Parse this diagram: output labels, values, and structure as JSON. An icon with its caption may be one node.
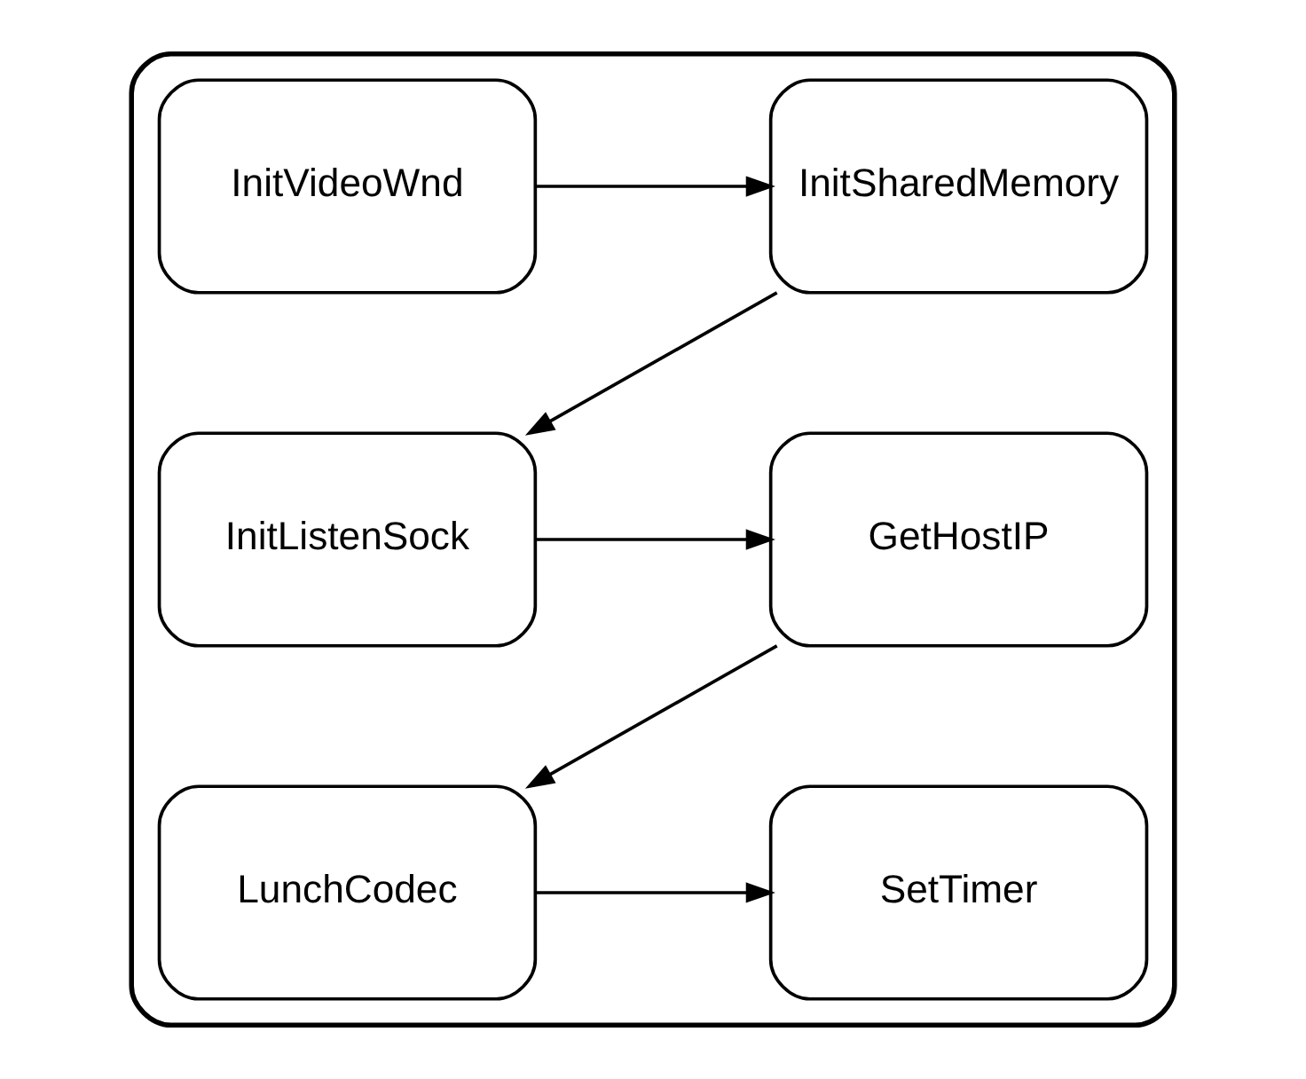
{
  "diagram": {
    "nodes": [
      {
        "text": [],
        "shape": "box"
      },
      {
        "text": [
          "InitVideoWnd"
        ],
        "in": 0
      },
      {
        "text": [
          "InitSharedMemory"
        ],
        "in": 0
      },
      {
        "text": [
          "InitListenSock"
        ],
        "in": 0
      },
      {
        "text": [
          "GetHostIP"
        ],
        "in": 0
      },
      {
        "text": [
          "LunchCodec"
        ],
        "in": 0
      },
      {
        "text": [
          "SetTimer"
        ],
        "in": 0
      }
    ],
    "edges": [
      {
        "from": 1,
        "to": 2,
        "arrow": "to"
      },
      {
        "from": 2,
        "to": 3,
        "arrow": "to"
      },
      {
        "from": 3,
        "to": 4,
        "arrow": "to"
      },
      {
        "from": 4,
        "to": 5,
        "arrow": "to"
      },
      {
        "from": 5,
        "to": 6,
        "arrow": "to"
      }
    ]
  }
}
